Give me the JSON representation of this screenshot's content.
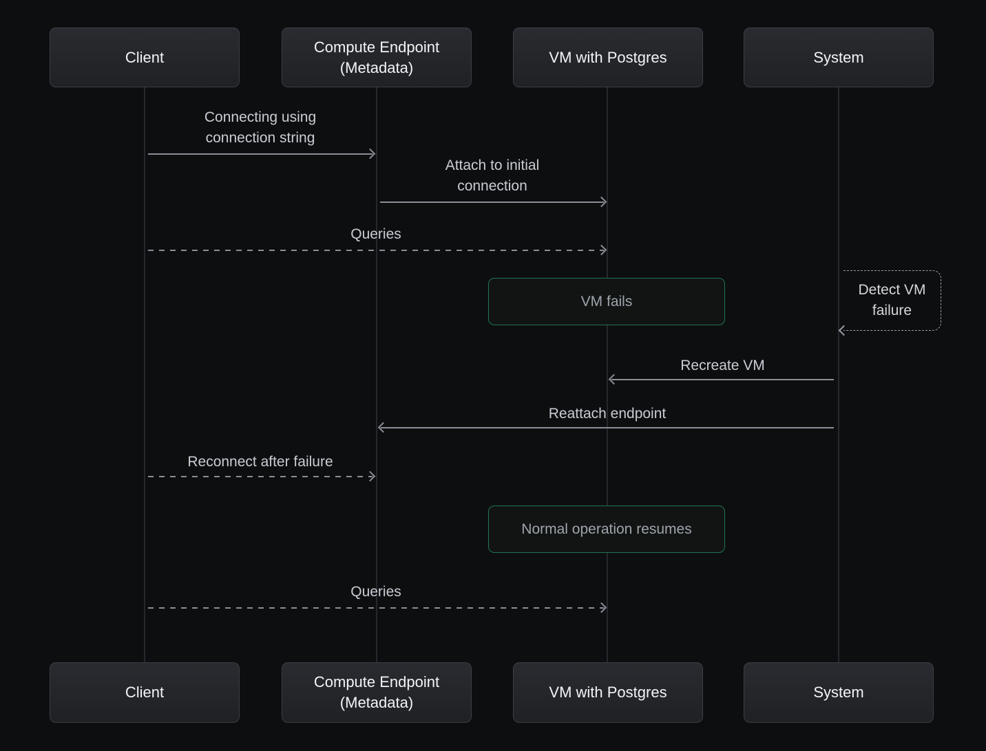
{
  "diagram": {
    "title_semantic": "vm-failure-recovery-sequence",
    "actors": [
      {
        "id": "client",
        "label": "Client"
      },
      {
        "id": "compute-endpoint",
        "label": "Compute Endpoint (Metadata)"
      },
      {
        "id": "vm-postgres",
        "label": "VM with Postgres"
      },
      {
        "id": "system",
        "label": "System"
      }
    ],
    "messages": [
      {
        "from": "client",
        "to": "compute-endpoint",
        "style": "solid",
        "direction": "right",
        "label": "Connecting using connection string"
      },
      {
        "from": "compute-endpoint",
        "to": "vm-postgres",
        "style": "solid",
        "direction": "right",
        "label": "Attach to initial connection"
      },
      {
        "from": "client",
        "to": "vm-postgres",
        "style": "dashed",
        "direction": "right",
        "label": "Queries"
      },
      {
        "from": "system",
        "to": "vm-postgres",
        "style": "solid",
        "direction": "left",
        "label": "Recreate VM"
      },
      {
        "from": "system",
        "to": "compute-endpoint",
        "style": "solid",
        "direction": "left",
        "label": "Reattach endpoint"
      },
      {
        "from": "client",
        "to": "compute-endpoint",
        "style": "dashed",
        "direction": "right",
        "label": "Reconnect after failure"
      },
      {
        "from": "client",
        "to": "vm-postgres",
        "style": "dashed",
        "direction": "right",
        "label": "Queries"
      }
    ],
    "notes": [
      {
        "over": "vm-postgres",
        "label": "VM fails"
      },
      {
        "over": "vm-postgres",
        "label": "Normal operation resumes"
      }
    ],
    "self_message": {
      "on": "system",
      "label": "Detect VM failure"
    },
    "colors": {
      "background": "#0d0e10",
      "actor_box_fill": "#24262b",
      "actor_box_border": "#3b3e44",
      "arrow": "#8b8f96",
      "note_border": "#1f7554",
      "message_text": "#c9cdd3",
      "note_text": "#9fa5ac"
    }
  }
}
